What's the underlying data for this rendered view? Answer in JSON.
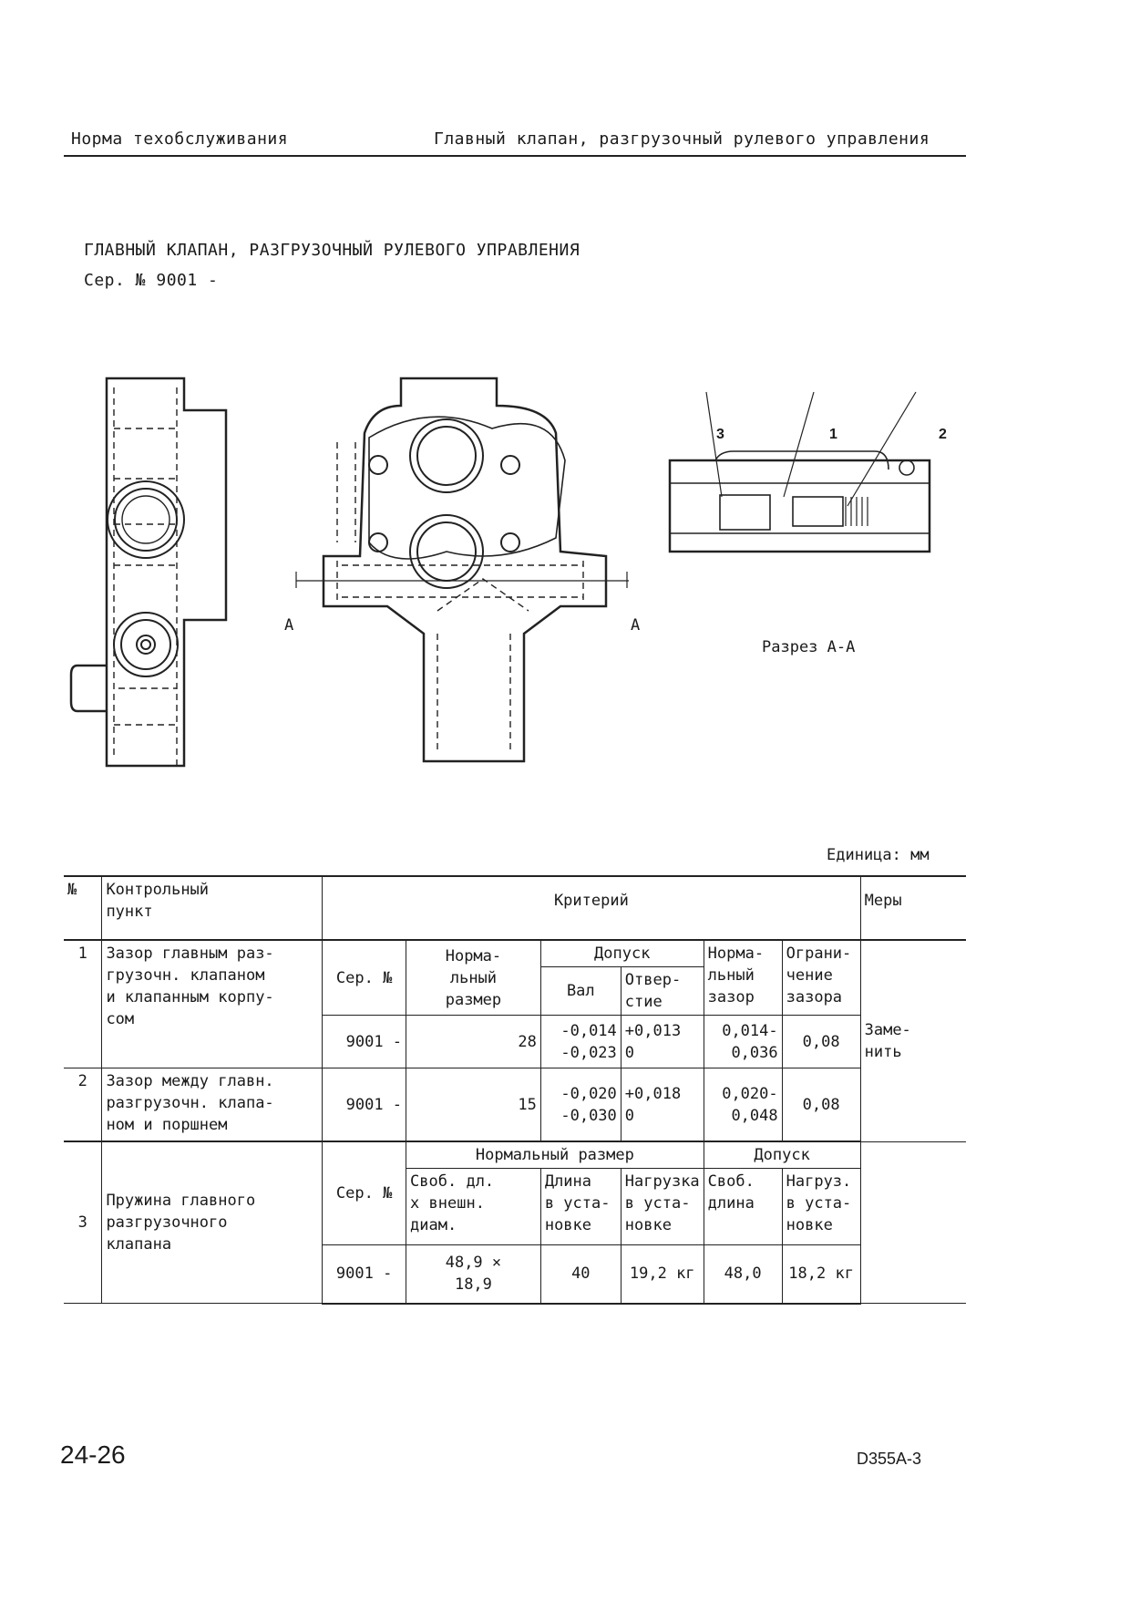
{
  "header": {
    "left": "Норма техобслуживания",
    "right": "Главный клапан, разгрузочный рулевого управления"
  },
  "title": {
    "line1": "ГЛАВНЫЙ КЛАПАН, РАЗГРУЗОЧНЫЙ РУЛЕВОГО УПРАВЛЕНИЯ",
    "line2": "Сер. № 9001 -"
  },
  "drawing": {
    "section_mark": "A",
    "callouts": [
      "3",
      "1",
      "2"
    ],
    "section_caption": "Разрез А-А"
  },
  "unit": "Единица: мм",
  "table": {
    "head": {
      "no": "№",
      "item": "Контрольный\nпункт",
      "criteria": "Критерий",
      "measures": "Меры"
    },
    "rows_1_2_head": {
      "ser": "Сер. №",
      "nominal": "Норма-\nльный\nразмер",
      "tolerance": "Допуск",
      "shaft": "Вал",
      "hole": "Отвер-\nстие",
      "normal_clearance": "Норма-\nльный\nзазор",
      "limit": "Ограни-\nчение\nзазора"
    },
    "row1": {
      "no": "1",
      "item": "Зазор главным раз-\nгрузочн. клапаном\nи клапанным корпу-\nсом",
      "ser": "9001 -",
      "nominal": "28",
      "shaft": "-0,014\n-0,023",
      "hole": "+0,013\n0",
      "clearance": "0,014-\n0,036",
      "limit": "0,08"
    },
    "row2": {
      "no": "2",
      "item": "Зазор между главн.\nразгрузочн. клапа-\nном и поршнем",
      "ser": "9001 -",
      "nominal": "15",
      "shaft": "-0,020\n-0,030",
      "hole": "+0,018\n0",
      "clearance": "0,020-\n0,048",
      "limit": "0,08"
    },
    "measures": "Заме-\nнить",
    "row3_head": {
      "ser": "Сер. №",
      "normal_size": "Нормальный размер",
      "tolerance": "Допуск",
      "free_len": "Своб. дл.\nх внешн.\nдиам.",
      "inst_len": "Длина\nв уста-\nновке",
      "inst_load": "Нагрузка\nв уста-\nновке",
      "tol_free": "Своб.\nдлина",
      "tol_load": "Нагруз.\nв уста-\nновке"
    },
    "row3": {
      "no": "3",
      "item": "Пружина главного\nразгрузочного\nклапана",
      "ser": "9001 -",
      "free_len": "48,9 ×\n18,9",
      "inst_len": "40",
      "inst_load": "19,2 кг",
      "tol_free": "48,0",
      "tol_load": "18,2 кг"
    }
  },
  "footer": {
    "page": "24-26",
    "model": "D355A-3"
  }
}
